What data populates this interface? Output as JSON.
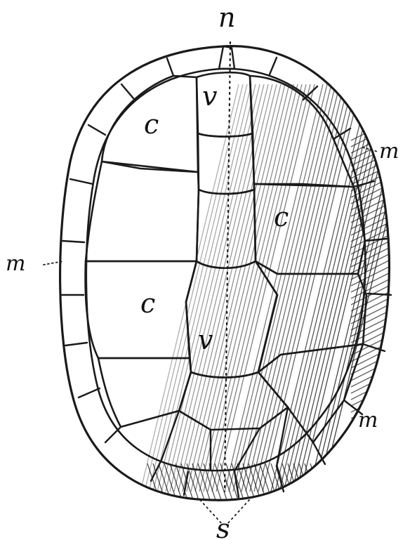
{
  "figure": {
    "ink_color": "#1a1a1a",
    "paper_color": "#ffffff",
    "labels": {
      "nuchal": "n",
      "costal_upper_left": "c",
      "costal_right": "c",
      "costal_lower_left": "c",
      "vertebral_upper": "v",
      "vertebral_lower": "v",
      "marginal_right_upper": "m",
      "marginal_left": "m",
      "marginal_right_lower": "m",
      "supracaudal": "s"
    }
  }
}
